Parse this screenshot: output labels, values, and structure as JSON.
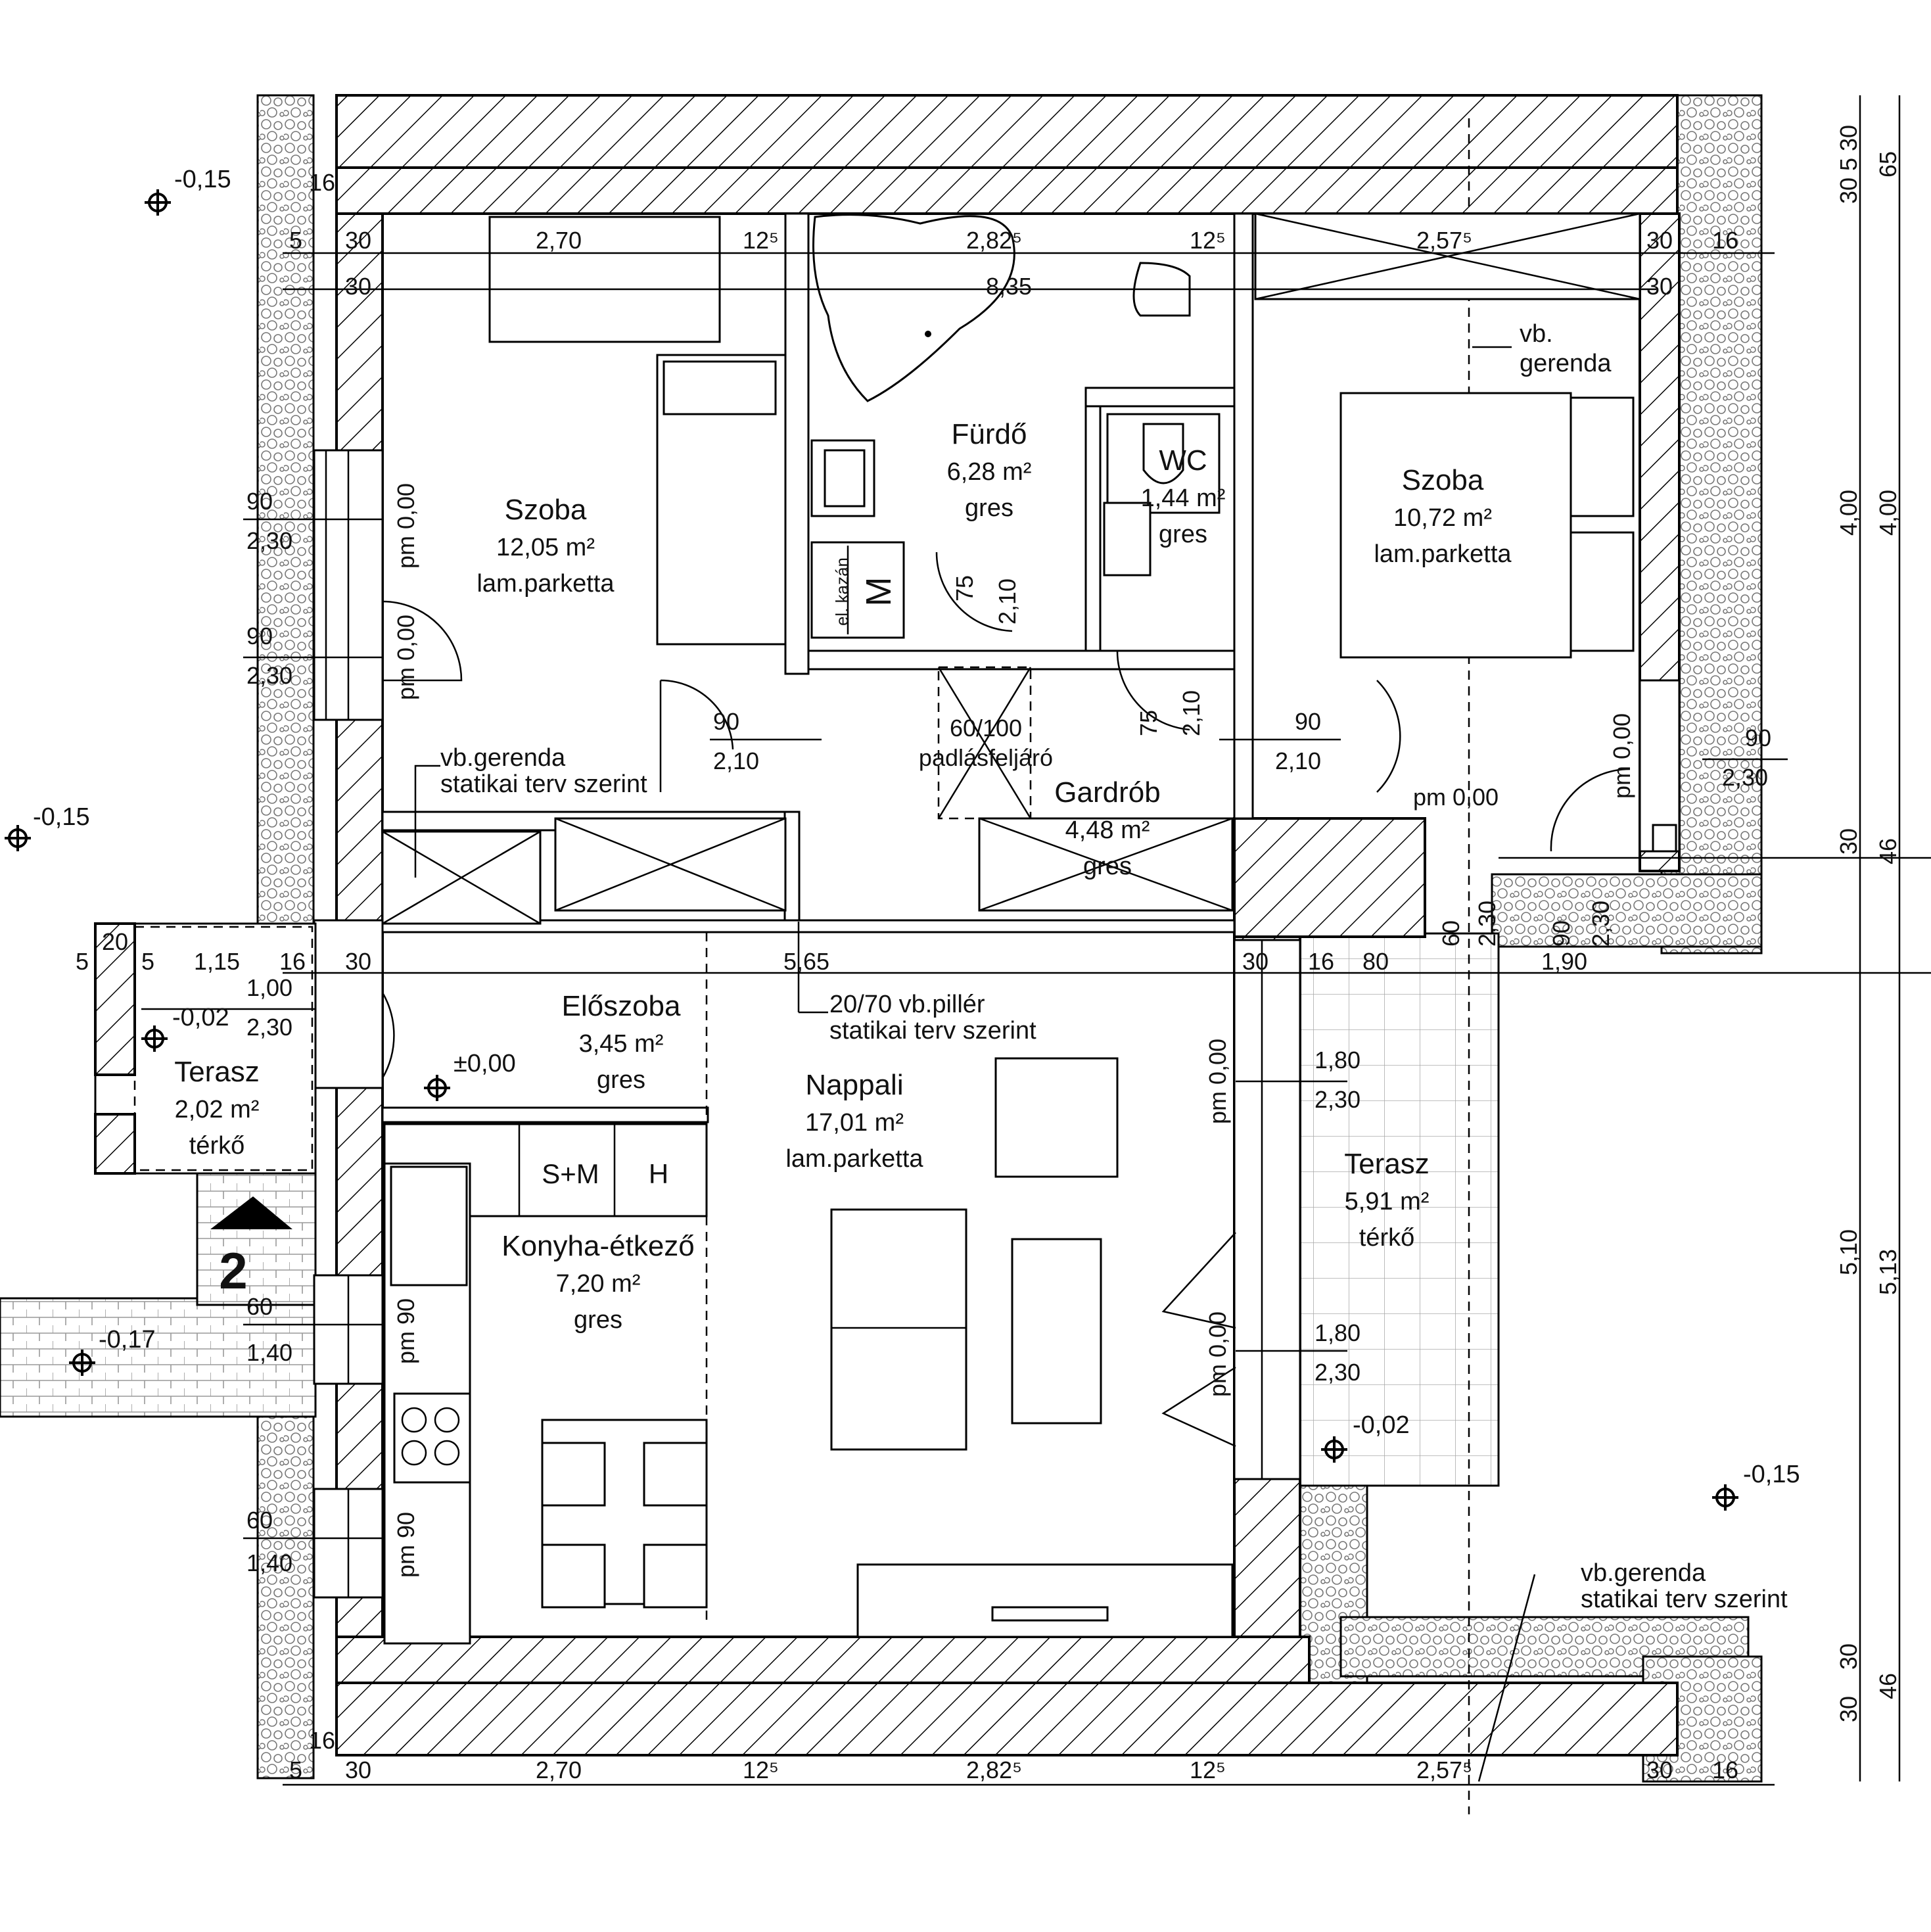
{
  "rooms": {
    "szoba_left": {
      "name": "Szoba",
      "area": "12,05 m²",
      "floor": "lam.parketta"
    },
    "furdo": {
      "name": "Fürdő",
      "area": "6,28 m²",
      "floor": "gres"
    },
    "wc": {
      "name": "WC",
      "area": "1,44 m²",
      "floor": "gres"
    },
    "szoba_right": {
      "name": "Szoba",
      "area": "10,72 m²",
      "floor": "lam.parketta"
    },
    "gardrob": {
      "name": "Gardrób",
      "area": "4,48 m²",
      "floor": "gres"
    },
    "eloszoba": {
      "name": "Előszoba",
      "area": "3,45 m²",
      "floor": "gres"
    },
    "nappali": {
      "name": "Nappali",
      "area": "17,01 m²",
      "floor": "lam.parketta"
    },
    "konyha": {
      "name": "Konyha-étkező",
      "area": "7,20 m²",
      "floor": "gres"
    },
    "terasz_left": {
      "name": "Terasz",
      "area": "2,02 m²",
      "floor": "térkő"
    },
    "terasz_right": {
      "name": "Terasz",
      "area": "5,91 m²",
      "floor": "térkő"
    }
  },
  "fixtures": {
    "sm": "S+M",
    "h": "H",
    "m": "M",
    "kazan": "el. kazán",
    "padlas": "60/100",
    "padlas_label": "padlásfeljáró"
  },
  "levels": {
    "l1": "-0,15",
    "l2": "-0,15",
    "l3": "-0,02",
    "l4": "±0,00",
    "l5": "-0,17",
    "l6": "-0,02",
    "l7": "-0,15"
  },
  "notes": {
    "vb_gerenda_top_1": "vb.",
    "vb_gerenda_top_2": "gerenda",
    "vb_gerenda_mid_1": "vb.gerenda",
    "vb_gerenda_mid_2": "statikai terv szerint",
    "pillar_1": "20/70 vb.pillér",
    "pillar_2": "statikai terv szerint",
    "vb_gerenda_bot_1": "vb.gerenda",
    "vb_gerenda_bot_2": "statikai terv szerint",
    "section_mark": "2"
  },
  "dims": {
    "top_5": "5",
    "top_16a": "16",
    "top_30a": "30",
    "top_270": "2,70",
    "top_125a": "12⁵",
    "top_2825": "2,82⁵",
    "top_125b": "12⁵",
    "top_2575": "2,57⁵",
    "top_30b": "30",
    "top_16b": "16",
    "top_30c": "30",
    "top_835": "8,35",
    "top_30d": "30",
    "w_90a": "90",
    "w_230a": "2,30",
    "w_90b": "90",
    "w_230b": "2,30",
    "pm000a": "pm 0,00",
    "pm000b": "pm 0,00",
    "d_75a": "75",
    "d_210a": "2,10",
    "d_75b": "75",
    "d_210b": "2,10",
    "d_90a": "90",
    "d_210c": "2,10",
    "d_90b": "90",
    "d_210d": "2,10",
    "pm000c": "pm 0,00",
    "pm000d": "pm 0,00",
    "r_90": "90",
    "r_230": "2,30",
    "mid_5": "5",
    "mid_20": "20",
    "mid_5b": "5",
    "mid_115": "1,15",
    "mid_16": "16",
    "mid_30": "30",
    "mid_565": "5,65",
    "mid_30b": "30",
    "mid_16b": "16",
    "mid_80": "80",
    "mid_60": "60",
    "mid_230": "2,30",
    "mid_90": "90",
    "mid_230b": "2,30",
    "mid_190": "1,90",
    "door_100": "1,00",
    "door_230": "2,30",
    "pm000e": "pm 0,00",
    "t_180a": "1,80",
    "t_230a": "2,30",
    "pm000f": "pm 0,00",
    "t_180b": "1,80",
    "t_230b": "2,30",
    "k_60a": "60",
    "k_140a": "1,40",
    "k_pm90a": "pm 90",
    "k_60b": "60",
    "k_140b": "1,40",
    "k_pm90b": "pm 90",
    "rr_30a": "30",
    "rr_5": "5",
    "rr_30b": "30",
    "rr_65": "65",
    "rr_400a": "4,00",
    "rr_400b": "4,00",
    "rr_30c": "30",
    "rr_46a": "46",
    "rr_510": "5,10",
    "rr_513": "5,13",
    "rr_30d": "30",
    "rr_30e": "30",
    "rr_46b": "46",
    "bot_5": "5",
    "bot_16a": "16",
    "bot_30a": "30",
    "bot_270": "2,70",
    "bot_125a": "12⁵",
    "bot_2825": "2,82⁵",
    "bot_125b": "12⁵",
    "bot_2575": "2,57⁵",
    "bot_30b": "30",
    "bot_16b": "16"
  }
}
